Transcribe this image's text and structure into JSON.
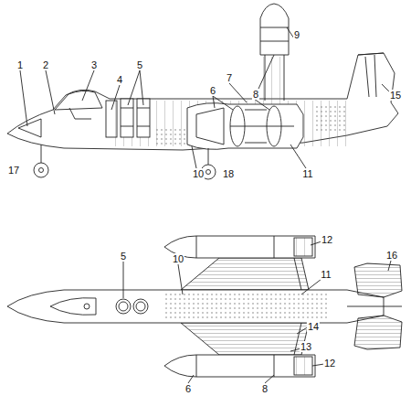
{
  "diagram": {
    "labels": [
      "1",
      "2",
      "3",
      "4",
      "5",
      "7",
      "9",
      "6",
      "8",
      "15",
      "17",
      "10",
      "18",
      "11",
      "12",
      "5",
      "10",
      "11",
      "16",
      "14",
      "13",
      "12",
      "6",
      "8"
    ]
  }
}
